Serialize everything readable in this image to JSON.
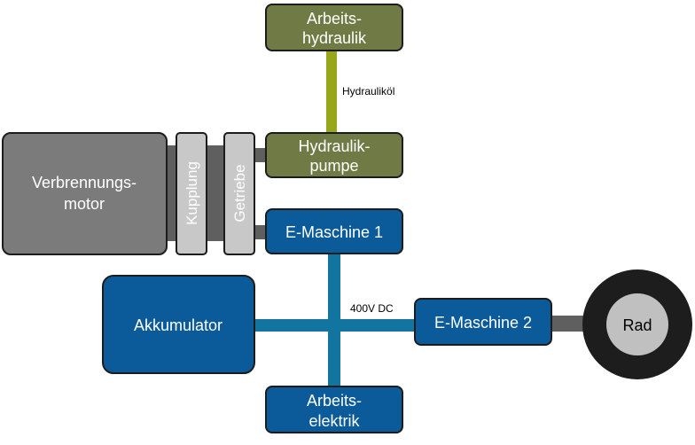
{
  "colors": {
    "green": "#6f7a44",
    "blue": "#0b5b9a",
    "gray_dark": "#7b7b7b",
    "gray_light": "#c8c8c8",
    "oil_line": "#97a61b",
    "dc_line": "#11759f",
    "shaft": "#5f5f5f",
    "wheel_tire": "#1d1d1d",
    "wheel_hub": "#c0c0c0",
    "outline": "#1c1c1c"
  },
  "nodes": {
    "arbeitshydraulik": {
      "line1": "Arbeits-",
      "line2": "hydraulik"
    },
    "hydraulikpumpe": {
      "line1": "Hydraulik-",
      "line2": "pumpe"
    },
    "verbrennungsmotor": {
      "line1": "Verbrennungs-",
      "line2": "motor"
    },
    "kupplung": {
      "label": "Kupplung"
    },
    "getriebe": {
      "label": "Getriebe"
    },
    "emaschine1": {
      "label": "E-Maschine 1"
    },
    "akkumulator": {
      "label": "Akkumulator"
    },
    "emaschine2": {
      "label": "E-Maschine 2"
    },
    "arbeitselektrik": {
      "line1": "Arbeits-",
      "line2": "elektrik"
    },
    "rad": {
      "label": "Rad"
    }
  },
  "edges": {
    "hydraulikoel": {
      "label": "Hydrauliköl"
    },
    "dc_bus": {
      "label": "400V DC"
    }
  }
}
